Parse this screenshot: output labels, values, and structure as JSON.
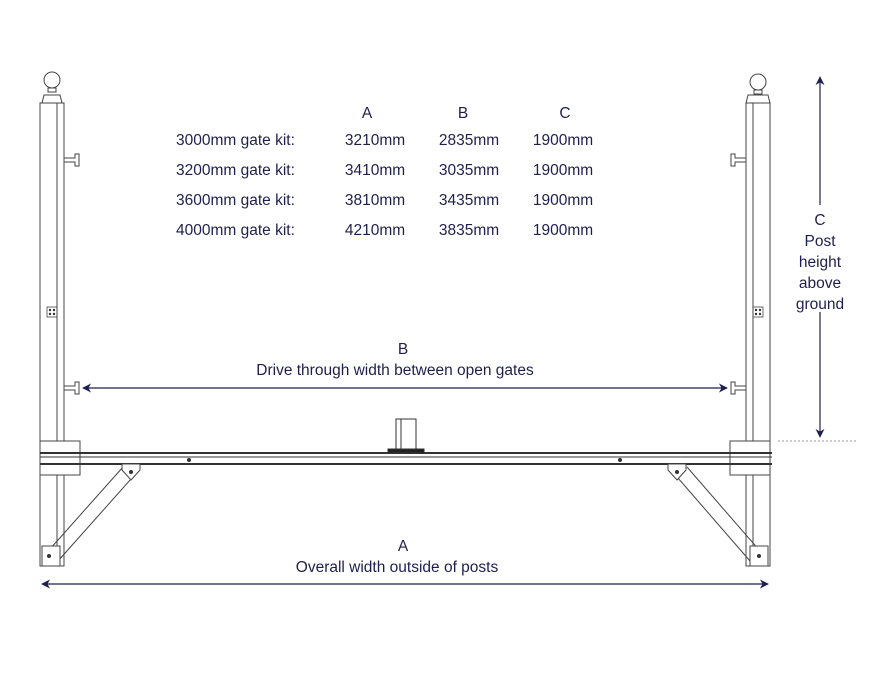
{
  "table": {
    "headers": [
      "A",
      "B",
      "C"
    ],
    "rows": [
      {
        "kit": "3000mm gate kit:",
        "a": "3210mm",
        "b": "2835mm",
        "c": "1900mm"
      },
      {
        "kit": "3200mm gate kit:",
        "a": "3410mm",
        "b": "3035mm",
        "c": "1900mm"
      },
      {
        "kit": "3600mm gate kit:",
        "a": "3810mm",
        "b": "3435mm",
        "c": "1900mm"
      },
      {
        "kit": "4000mm gate kit:",
        "a": "4210mm",
        "b": "3835mm",
        "c": "1900mm"
      }
    ]
  },
  "dimension_b": {
    "letter": "B",
    "text": "Drive through width between open gates"
  },
  "dimension_a": {
    "letter": "A",
    "text": "Overall width outside of posts"
  },
  "dimension_c": {
    "letter": "C",
    "lines": [
      "Post",
      "height",
      "above",
      "ground"
    ]
  },
  "colors": {
    "ink": "#1f1f4f",
    "line": "#555555",
    "fill": "#ffffff"
  }
}
